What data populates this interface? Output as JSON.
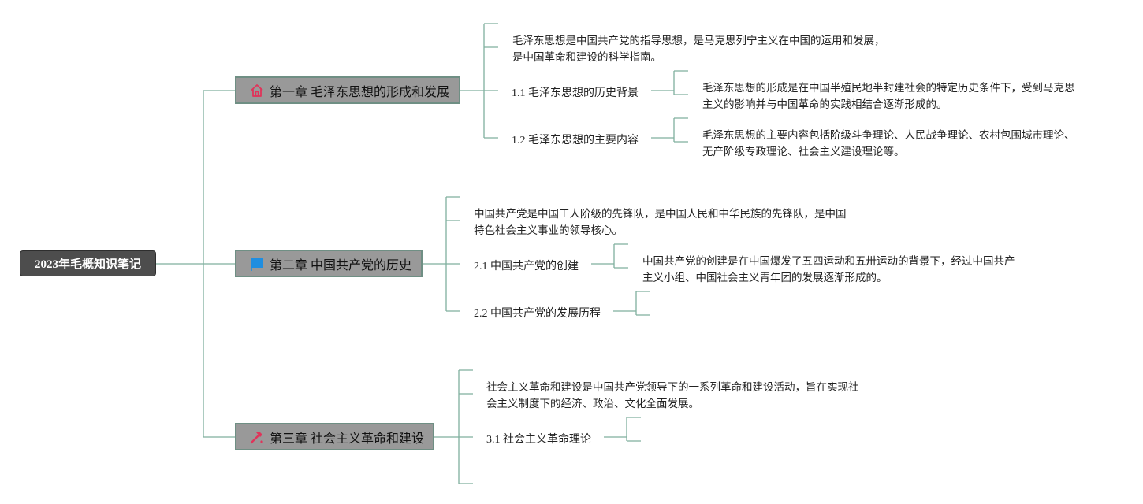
{
  "root": {
    "label": "2023年毛概知识笔记"
  },
  "chapters": [
    {
      "title": "第一章 毛泽东思想的形成和发展",
      "icon": "house-icon",
      "summary": [
        "毛泽东思想是中国共产党的指导思想，是马克思列宁主义在中国的运用和发展，",
        "是中国革命和建设的科学指南。"
      ],
      "topics": [
        {
          "label": "1.1 毛泽东思想的历史背景",
          "note": [
            "毛泽东思想的形成是在中国半殖民地半封建社会的特定历史条件下，受到马克思",
            "主义的影响并与中国革命的实践相结合逐渐形成的。"
          ]
        },
        {
          "label": "1.2 毛泽东思想的主要内容",
          "note": [
            "毛泽东思想的主要内容包括阶级斗争理论、人民战争理论、农村包围城市理论、",
            "无产阶级专政理论、社会主义建设理论等。"
          ]
        }
      ]
    },
    {
      "title": "第二章 中国共产党的历史",
      "icon": "flag-icon",
      "summary": [
        "中国共产党是中国工人阶级的先锋队，是中国人民和中华民族的先锋队，是中国",
        "特色社会主义事业的领导核心。"
      ],
      "topics": [
        {
          "label": "2.1 中国共产党的创建",
          "note": [
            "中国共产党的创建是在中国爆发了五四运动和五卅运动的背景下，经过中国共产",
            "主义小组、中国社会主义青年团的发展逐渐形成的。"
          ]
        },
        {
          "label": "2.2 中国共产党的发展历程"
        }
      ]
    },
    {
      "title": "第三章 社会主义革命和建设",
      "icon": "hammer-icon",
      "summary": [
        "社会主义革命和建设是中国共产党领导下的一系列革命和建设活动，旨在实现社",
        "会主义制度下的经济、政治、文化全面发展。"
      ],
      "topics": [
        {
          "label": "3.1 社会主义革命理论"
        }
      ]
    }
  ],
  "colors": {
    "connector": "#7faf9e",
    "root_bg": "#4d4d4d",
    "chapter_bg": "#999999",
    "house": "#e0345a",
    "flag": "#1f8ee0",
    "hammer": "#e0345a"
  }
}
